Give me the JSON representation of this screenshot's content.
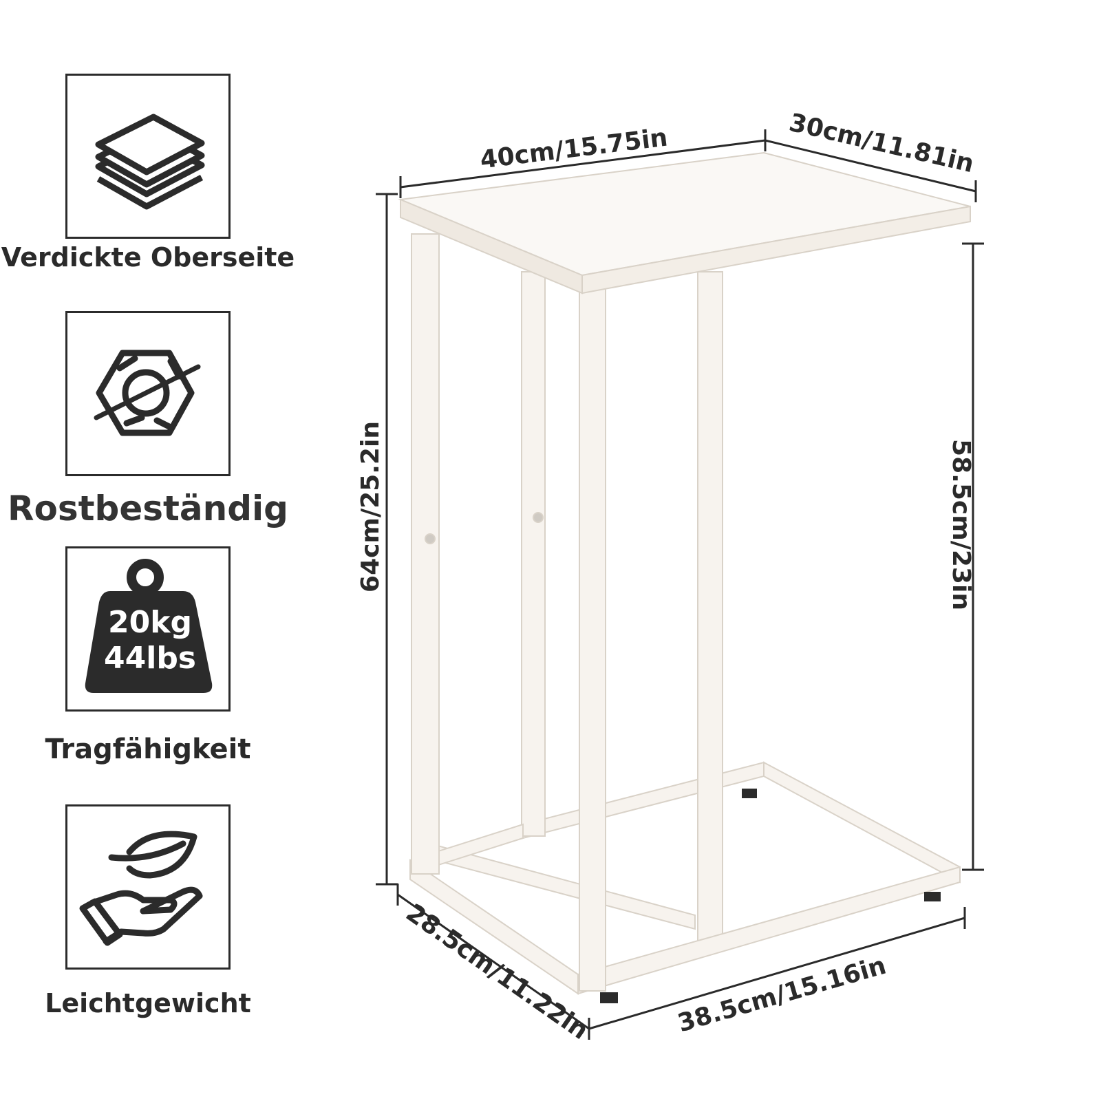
{
  "features": [
    {
      "icon": "stacked-layers-icon",
      "label": "Verdickte Oberseite"
    },
    {
      "icon": "rustproof-bolt-icon",
      "label": "Rostbeständig"
    },
    {
      "icon": "weight-icon",
      "label": "Tragfähigkeit",
      "weight_kg": "20kg",
      "weight_lbs": "44lbs"
    },
    {
      "icon": "leaf-hand-icon",
      "label": "Leichtgewicht"
    }
  ],
  "dimensions": {
    "top_width": "40cm/15.75in",
    "top_depth": "30cm/11.81in",
    "total_height": "64cm/25.2in",
    "leg_height": "58.5cm/23in",
    "base_depth": "28.5cm/11.22in",
    "base_width": "38.5cm/15.16in"
  },
  "colors": {
    "ink": "#2a2a2a",
    "frame": "#f7f3ee",
    "frame_edge": "#d9d2c8",
    "tabletop": "#faf8f5"
  }
}
